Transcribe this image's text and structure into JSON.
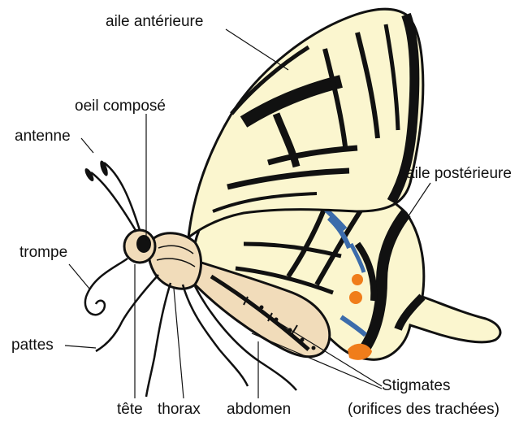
{
  "labels": {
    "forewing": "aile antérieure",
    "compound_eye": "oeil composé",
    "antenna": "antenne",
    "hindwing": "aile postérieure",
    "proboscis": "trompe",
    "legs": "pattes",
    "stigmata_line1": "Stigmates",
    "stigmata_line2": "(orifices des trachées)",
    "head": "tête",
    "thorax": "thorax",
    "abdomen": "abdomen"
  },
  "colors": {
    "wing": "#fbf6cf",
    "veins": "#0d0d0d",
    "body": "#f1dcba",
    "blue_spots": "#3c6cab",
    "orange_spots": "#f07d1b",
    "outline": "#111111",
    "label_text": "#111111"
  }
}
